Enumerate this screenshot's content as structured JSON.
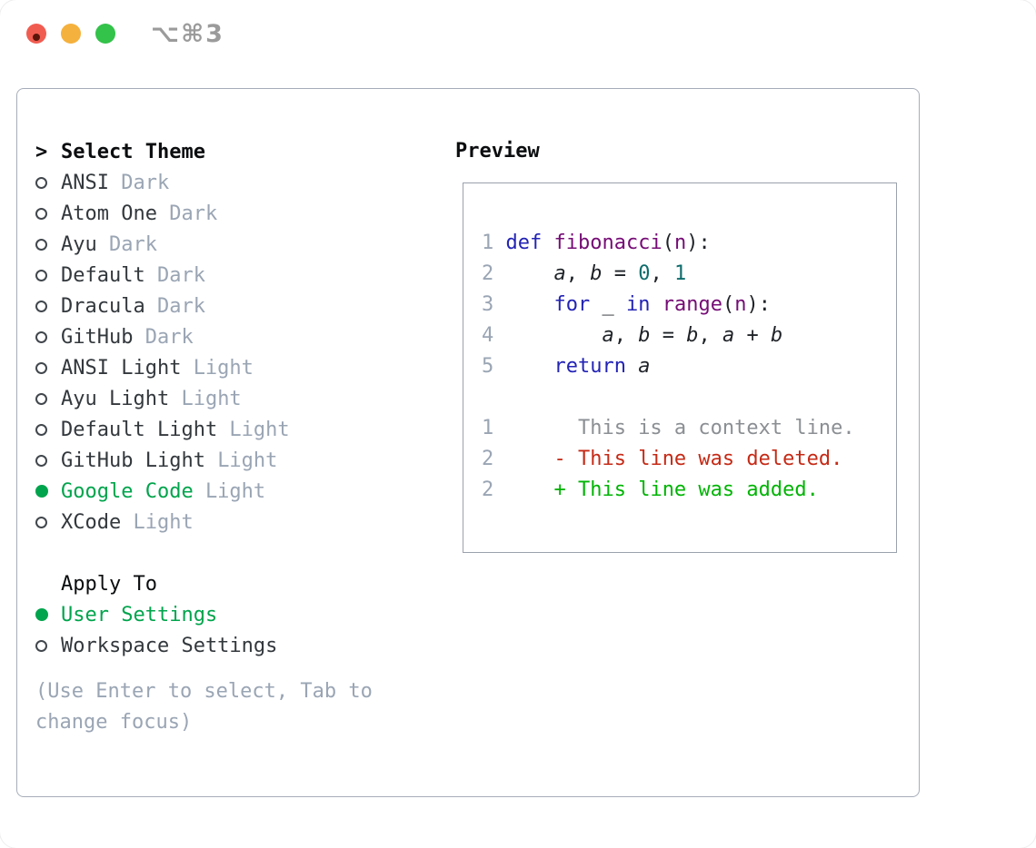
{
  "window": {
    "title": "⌥⌘3"
  },
  "titlebar": {
    "buttons": [
      {
        "name": "close-button"
      },
      {
        "name": "minimize-button"
      },
      {
        "name": "zoom-button"
      }
    ]
  },
  "theme_menu": {
    "cursor": ">",
    "header": "Select Theme",
    "items": [
      {
        "label": "ANSI",
        "variant": "Dark",
        "selected": false
      },
      {
        "label": "Atom One",
        "variant": "Dark",
        "selected": false
      },
      {
        "label": "Ayu",
        "variant": "Dark",
        "selected": false
      },
      {
        "label": "Default",
        "variant": "Dark",
        "selected": false
      },
      {
        "label": "Dracula",
        "variant": "Dark",
        "selected": false
      },
      {
        "label": "GitHub",
        "variant": "Dark",
        "selected": false
      },
      {
        "label": "ANSI Light",
        "variant": "Light",
        "selected": false
      },
      {
        "label": "Ayu Light",
        "variant": "Light",
        "selected": false
      },
      {
        "label": "Default Light",
        "variant": "Light",
        "selected": false
      },
      {
        "label": "GitHub Light",
        "variant": "Light",
        "selected": false
      },
      {
        "label": "Google Code",
        "variant": "Light",
        "selected": true
      },
      {
        "label": "XCode",
        "variant": "Light",
        "selected": false
      }
    ]
  },
  "apply_to": {
    "header": "Apply To",
    "options": [
      {
        "label": "User Settings",
        "selected": true
      },
      {
        "label": "Workspace Settings",
        "selected": false
      }
    ]
  },
  "hint": "(Use Enter to select, Tab to change focus)",
  "preview": {
    "header": "Preview",
    "lines": [
      [
        [
          "num",
          "1"
        ],
        [
          "pl",
          " "
        ],
        [
          "kw",
          "def"
        ],
        [
          "pl",
          " "
        ],
        [
          "fn",
          "fibonacci"
        ],
        [
          "pl",
          "("
        ],
        [
          "prm",
          "n"
        ],
        [
          "pl",
          "):"
        ]
      ],
      [
        [
          "num",
          "2"
        ],
        [
          "pl",
          "     "
        ],
        [
          "var",
          "a"
        ],
        [
          "pl",
          ", "
        ],
        [
          "var",
          "b"
        ],
        [
          "pl",
          " = "
        ],
        [
          "lit",
          "0"
        ],
        [
          "pl",
          ", "
        ],
        [
          "lit",
          "1"
        ]
      ],
      [
        [
          "num",
          "3"
        ],
        [
          "pl",
          "     "
        ],
        [
          "kw",
          "for"
        ],
        [
          "pl",
          " _ "
        ],
        [
          "kw",
          "in"
        ],
        [
          "pl",
          " "
        ],
        [
          "fn",
          "range"
        ],
        [
          "pl",
          "("
        ],
        [
          "prm",
          "n"
        ],
        [
          "pl",
          "):"
        ]
      ],
      [
        [
          "num",
          "4"
        ],
        [
          "pl",
          "         "
        ],
        [
          "var",
          "a"
        ],
        [
          "pl",
          ", "
        ],
        [
          "var",
          "b"
        ],
        [
          "pl",
          " = "
        ],
        [
          "var",
          "b"
        ],
        [
          "pl",
          ", "
        ],
        [
          "var",
          "a"
        ],
        [
          "pl",
          " + "
        ],
        [
          "var",
          "b"
        ]
      ],
      [
        [
          "num",
          "5"
        ],
        [
          "pl",
          "     "
        ],
        [
          "kw",
          "return"
        ],
        [
          "pl",
          " "
        ],
        [
          "var",
          "a"
        ]
      ],
      [],
      [
        [
          "num",
          "1"
        ],
        [
          "ctx",
          "       This is a context line."
        ]
      ],
      [
        [
          "num",
          "2"
        ],
        [
          "pl",
          "     "
        ],
        [
          "del",
          "- This line was deleted."
        ]
      ],
      [
        [
          "num",
          "2"
        ],
        [
          "pl",
          "     "
        ],
        [
          "add",
          "+ This line was added."
        ]
      ]
    ]
  },
  "colors": {
    "accent_green": "#00a44c",
    "added_green": "#00b404",
    "deleted_red": "#c52a16",
    "context_gray": "#8b8f93",
    "line_number": "#9aa5b4",
    "keyword_blue": "#2323b5",
    "title_purple": "#750c75",
    "literal_teal": "#0d6c6c",
    "code_plain": "#1f2328",
    "menu_text": "#33383d",
    "muted": "#9aa5b4",
    "header_text": "#0b0d0f",
    "panel_border": "#a6adb9",
    "preview_border": "#9aa2ac",
    "traffic_red": "#f15c51",
    "traffic_red_dot": "#5c150a",
    "traffic_yellow": "#f5b13d",
    "traffic_green": "#33c24a",
    "title_gray": "#9b9b9b",
    "circle_outline": "#41474d"
  }
}
